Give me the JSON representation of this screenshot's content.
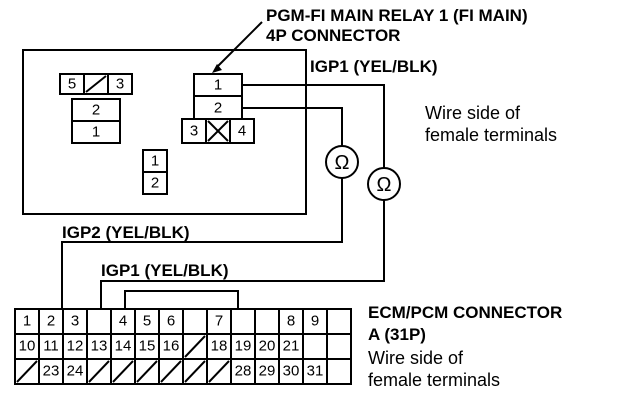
{
  "relay": {
    "title_line1": "PGM-FI MAIN RELAY 1 (FI MAIN)",
    "title_line2": "4P CONNECTOR",
    "side_note_line1": "Wire side of",
    "side_note_line2": "female terminals",
    "pins": [
      "1",
      "2",
      "3",
      "4"
    ],
    "unused_pins": [
      "5",
      "3",
      "2",
      "1",
      "1",
      "2"
    ]
  },
  "wires": {
    "igp1_top": "IGP1 (YEL/BLK)",
    "igp2": "IGP2 (YEL/BLK)",
    "igp1_bottom": "IGP1 (YEL/BLK)"
  },
  "meters": {
    "symbol": "Ω"
  },
  "ecm": {
    "title_line1": "ECM/PCM CONNECTOR",
    "title_line2": "A (31P)",
    "side_note_line1": "Wire side of",
    "side_note_line2": "female terminals",
    "row1": [
      "1",
      "2",
      "3",
      "4",
      "5",
      "6",
      "7",
      "8",
      "9"
    ],
    "row2": [
      "10",
      "11",
      "12",
      "13",
      "14",
      "15",
      "16",
      "18",
      "19",
      "20",
      "21"
    ],
    "row3": [
      "23",
      "24",
      "28",
      "29",
      "30",
      "31"
    ]
  }
}
